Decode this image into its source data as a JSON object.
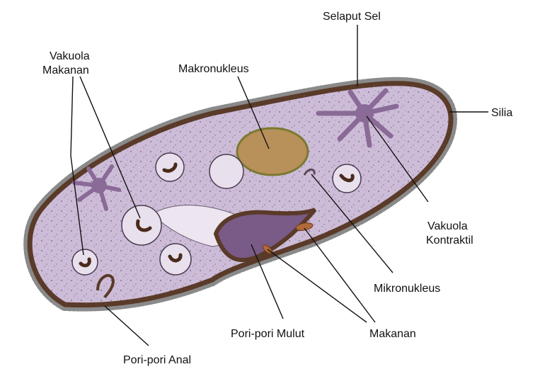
{
  "labels": {
    "selaput_sel": "Selaput Sel",
    "vakuola_makanan_1": "Vakuola",
    "vakuola_makanan_2": "Makanan",
    "makronukleus": "Makronukleus",
    "silia": "Silia",
    "vakuola_kontraktil_1": "Vakuola",
    "vakuola_kontraktil_2": "Kontraktil",
    "mikronukleus": "Mikronukleus",
    "pori_pori_mulut": "Pori-pori Mulut",
    "makanan": "Makanan",
    "pori_pori_anal": "Pori-pori Anal"
  },
  "colors": {
    "cytoplasm": "#cdbcd8",
    "membrane": "#5a3a28",
    "macronucleus": "#b8905a",
    "macronucleus_edge": "#7a7a30",
    "oral_groove": "#7a5a86",
    "contractile_vacuole": "#8a6a96",
    "food": "#b06a3a",
    "cilia": "#8a8a8a",
    "leader_line": "#111111"
  }
}
